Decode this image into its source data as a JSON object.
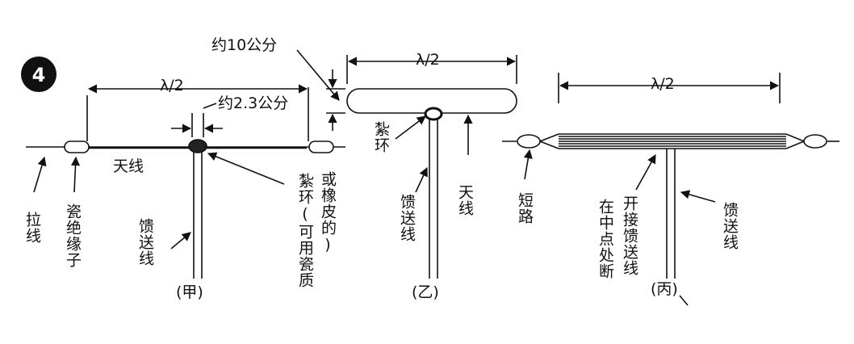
{
  "badge": "4",
  "diagram_a": {
    "dim_half_wave": "λ/2",
    "dim_gap": "约2.3公分",
    "antenna": "天线",
    "pull_wire": "拉线",
    "insulator": "瓷绝缘子",
    "feeder": "馈送线",
    "ring_col1": "或橡皮的)",
    "ring_col2": "紮环(可用瓷质",
    "caption": "(甲)"
  },
  "diagram_b": {
    "dim_spacing": "约10公分",
    "dim_half_wave": "λ/2",
    "ring": "紮环",
    "feeder": "馈送线",
    "antenna": "天线",
    "caption": "(乙)"
  },
  "diagram_c": {
    "dim_half_wave": "λ/2",
    "short": "短路",
    "open_col1": "开接馈送线",
    "open_col2": "在中点处断",
    "feeder": "馈送线",
    "caption": "(丙)"
  }
}
